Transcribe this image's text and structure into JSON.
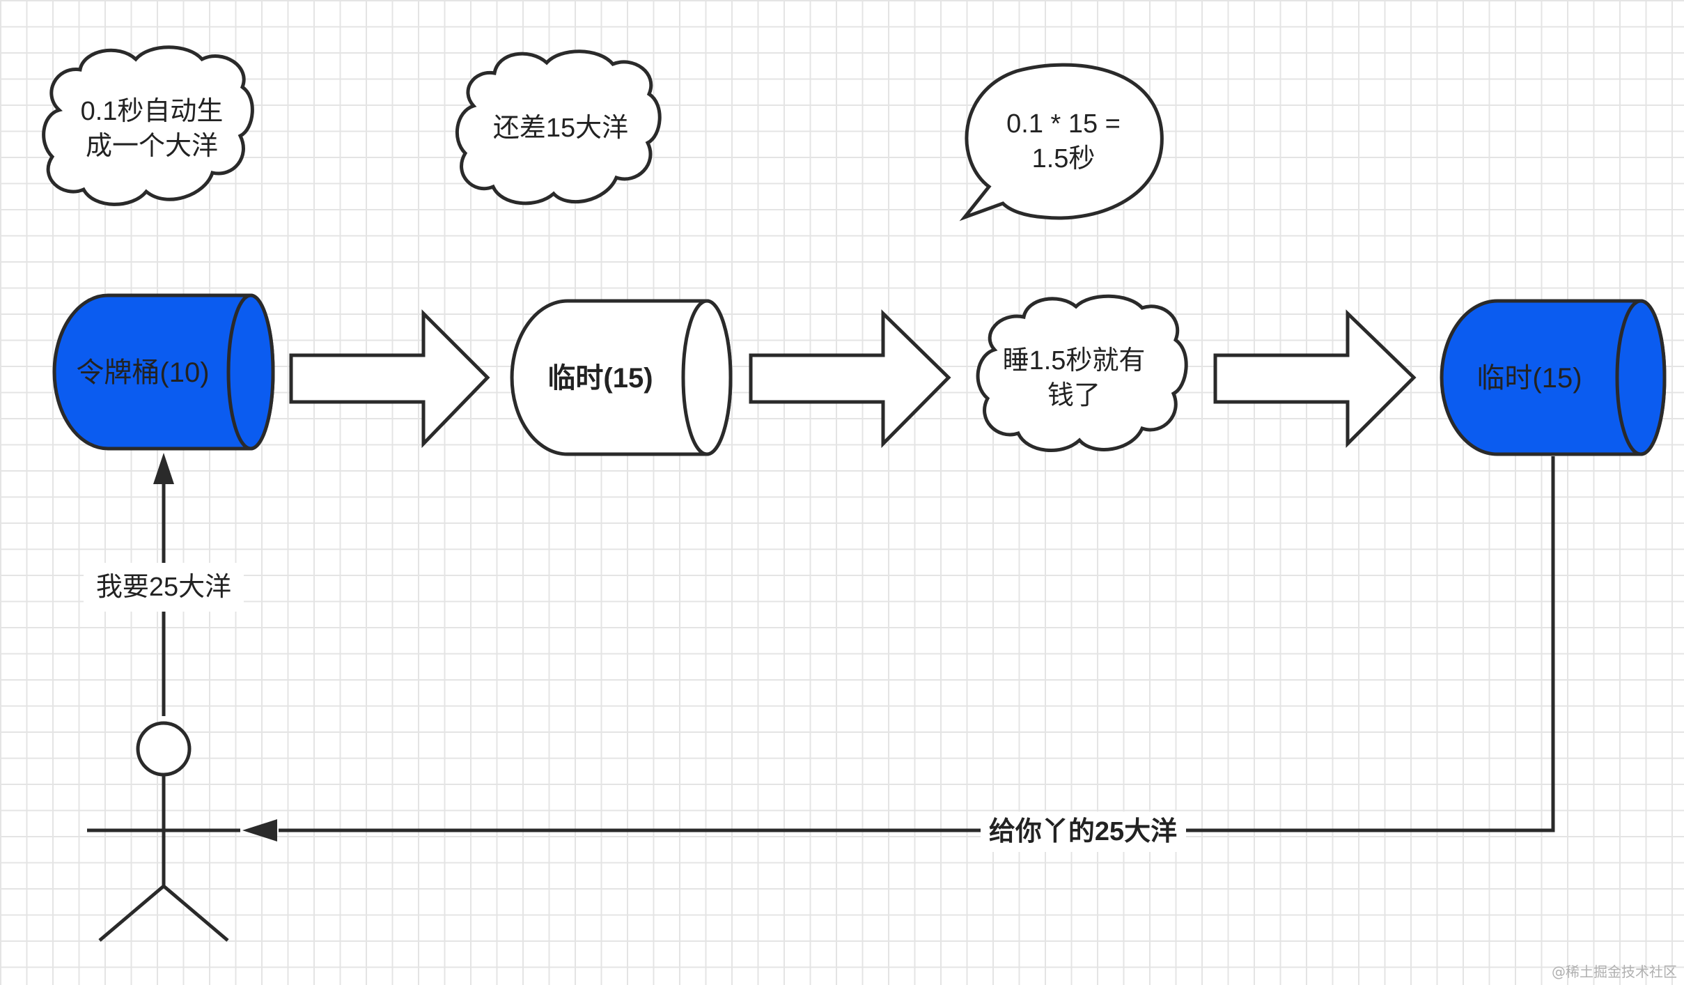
{
  "clouds": {
    "auto_generate": [
      "0.1秒自动生",
      "成一个大洋"
    ],
    "still_short": "还差15大洋",
    "sleep": [
      "睡1.5秒就有",
      "钱了"
    ]
  },
  "callout": {
    "lines": [
      "0.1 * 15 =",
      "1.5秒"
    ]
  },
  "cylinders": {
    "token_bucket": "令牌桶(10)",
    "temp": "临时(15)",
    "temp_result": "临时(15)"
  },
  "edges": {
    "request": "我要25大洋",
    "give_back": "给你丫的25大洋"
  },
  "actor": {
    "icon": "stick-figure-icon"
  },
  "watermark": "@稀土掘金技术社区",
  "colors": {
    "blue_fill": "#0b5cf0",
    "stroke": "#2a2a2a",
    "grid": "#e4e4e4"
  }
}
